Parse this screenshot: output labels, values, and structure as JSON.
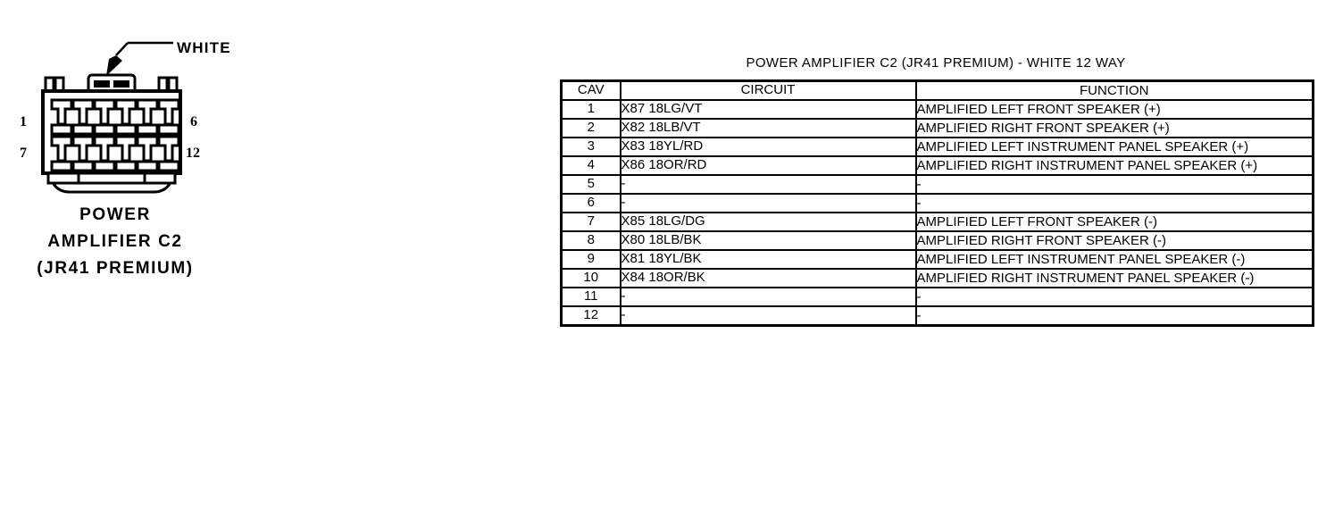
{
  "connector": {
    "callout_label": "WHITE",
    "pin_numbers": {
      "top_left": "1",
      "top_right": "6",
      "bottom_left": "7",
      "bottom_right": "12"
    },
    "caption_line1": "POWER",
    "caption_line2": "AMPLIFIER C2",
    "caption_line3": "(JR41 PREMIUM)",
    "cavity_count": 12
  },
  "table": {
    "title": "POWER AMPLIFIER C2 (JR41 PREMIUM) - WHITE 12 WAY",
    "columns": [
      "CAV",
      "CIRCUIT",
      "FUNCTION"
    ],
    "rows": [
      {
        "cav": "1",
        "circuit": "X87 18LG/VT",
        "function": "AMPLIFIED LEFT FRONT SPEAKER (+)"
      },
      {
        "cav": "2",
        "circuit": "X82 18LB/VT",
        "function": "AMPLIFIED RIGHT FRONT SPEAKER (+)"
      },
      {
        "cav": "3",
        "circuit": "X83 18YL/RD",
        "function": "AMPLIFIED LEFT INSTRUMENT PANEL SPEAKER (+)"
      },
      {
        "cav": "4",
        "circuit": "X86 18OR/RD",
        "function": "AMPLIFIED RIGHT INSTRUMENT PANEL SPEAKER (+)"
      },
      {
        "cav": "5",
        "circuit": "-",
        "function": "-"
      },
      {
        "cav": "6",
        "circuit": "-",
        "function": "-"
      },
      {
        "cav": "7",
        "circuit": "X85 18LG/DG",
        "function": "AMPLIFIED LEFT FRONT SPEAKER (-)"
      },
      {
        "cav": "8",
        "circuit": "X80 18LB/BK",
        "function": "AMPLIFIED RIGHT FRONT SPEAKER (-)"
      },
      {
        "cav": "9",
        "circuit": "X81 18YL/BK",
        "function": "AMPLIFIED LEFT INSTRUMENT PANEL SPEAKER (-)"
      },
      {
        "cav": "10",
        "circuit": "X84 18OR/BK",
        "function": "AMPLIFIED RIGHT INSTRUMENT PANEL SPEAKER (-)"
      },
      {
        "cav": "11",
        "circuit": "-",
        "function": "-"
      },
      {
        "cav": "12",
        "circuit": "-",
        "function": "-"
      }
    ]
  },
  "colors": {
    "ink": "#000000",
    "paper": "#ffffff"
  }
}
